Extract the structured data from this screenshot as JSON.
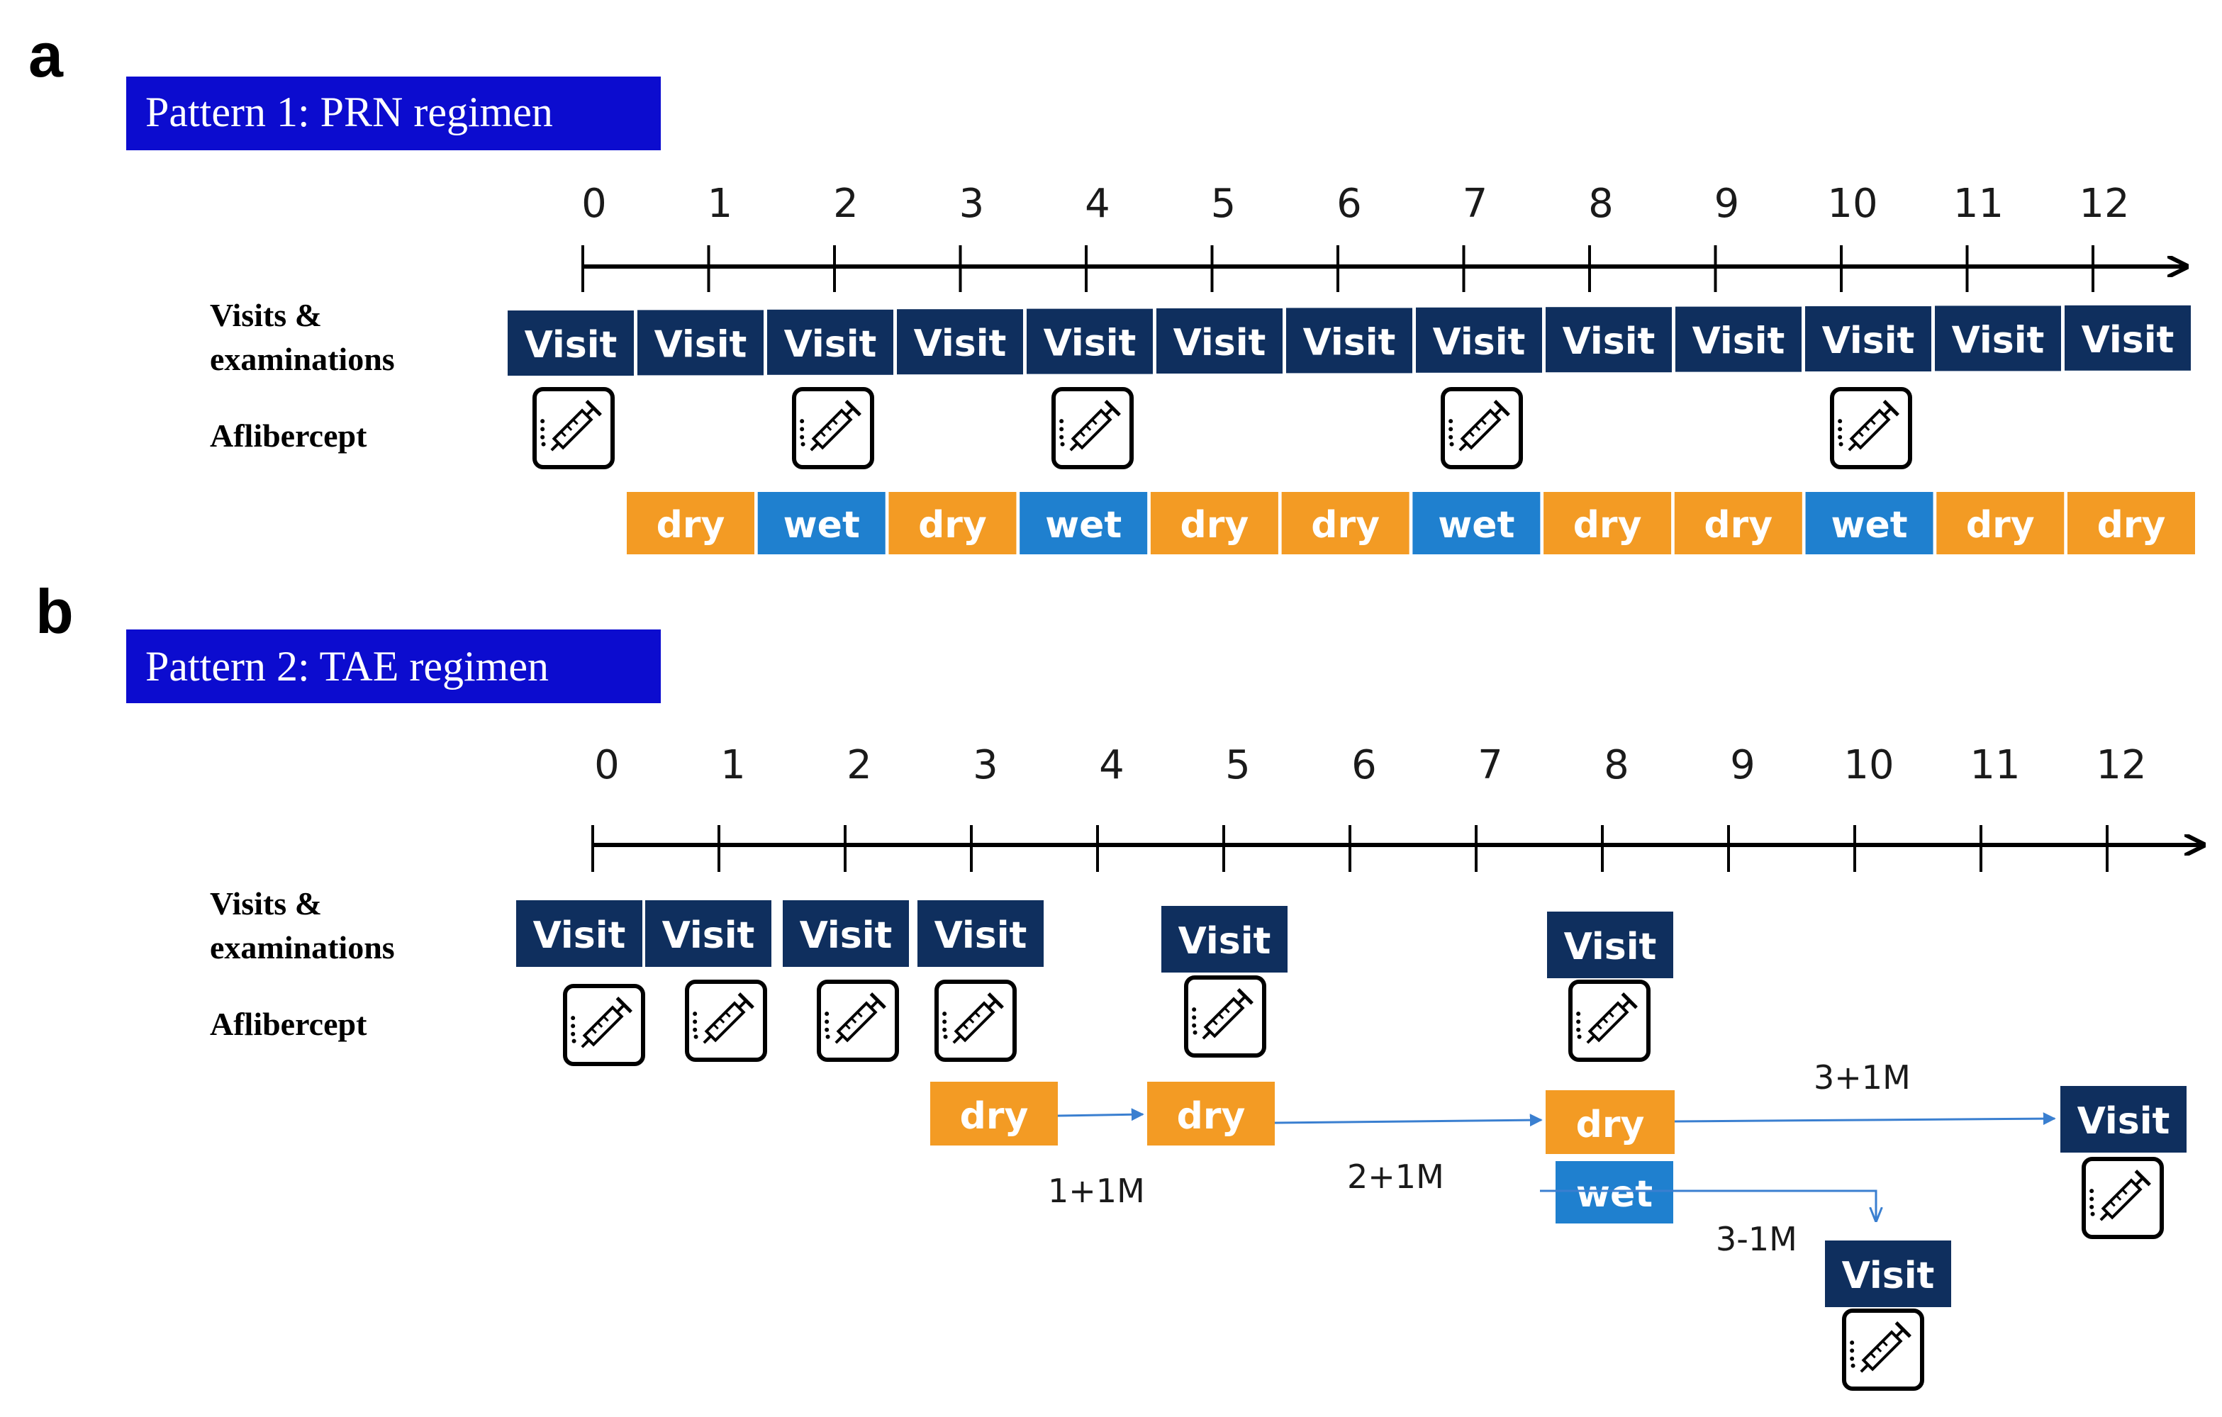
{
  "panel_a": {
    "letter": "a",
    "title": "Pattern 1: PRN regimen",
    "row_visits": [
      "Visits &",
      "examinations"
    ],
    "row_drug": "Aflibercept",
    "ticks": [
      "0",
      "1",
      "2",
      "3",
      "4",
      "5",
      "6",
      "7",
      "8",
      "9",
      "10",
      "11",
      "12"
    ],
    "visit_label": "Visit",
    "visit_months": [
      0,
      1,
      2,
      3,
      4,
      5,
      6,
      7,
      8,
      9,
      10,
      11,
      12
    ],
    "injection_months": [
      0,
      2,
      4,
      7,
      10
    ],
    "status": [
      "dry",
      "wet",
      "dry",
      "wet",
      "dry",
      "dry",
      "wet",
      "dry",
      "dry",
      "wet",
      "dry",
      "dry"
    ]
  },
  "panel_b": {
    "letter": "b",
    "title": "Pattern 2: TAE regimen",
    "row_visits": [
      "Visits &",
      "examinations"
    ],
    "row_drug": "Aflibercept",
    "ticks": [
      "0",
      "1",
      "2",
      "3",
      "4",
      "5",
      "6",
      "7",
      "8",
      "9",
      "10",
      "11",
      "12"
    ],
    "visit_label": "Visit",
    "visits": [
      {
        "month": 0,
        "injection": true
      },
      {
        "month": 1,
        "injection": true
      },
      {
        "month": 2,
        "injection": true
      },
      {
        "month": 3,
        "injection": true
      },
      {
        "month": 5,
        "injection": true
      },
      {
        "month": 8,
        "injection": true
      },
      {
        "month": 12,
        "injection": true
      },
      {
        "month": 10,
        "injection": true
      }
    ],
    "status_boxes": [
      "dry",
      "dry",
      "dry",
      "wet"
    ],
    "intervals": [
      "1+1M",
      "2+1M",
      "3+1M",
      "3-1M"
    ]
  },
  "colors": {
    "title_bg": "#0c0ccf",
    "visit": "#0f2f5e",
    "dry": "#f39b24",
    "wet": "#1f80cf",
    "axis": "#000000",
    "arrow": "#3a7fd0"
  },
  "icons": {
    "injection": "syringe-icon"
  }
}
